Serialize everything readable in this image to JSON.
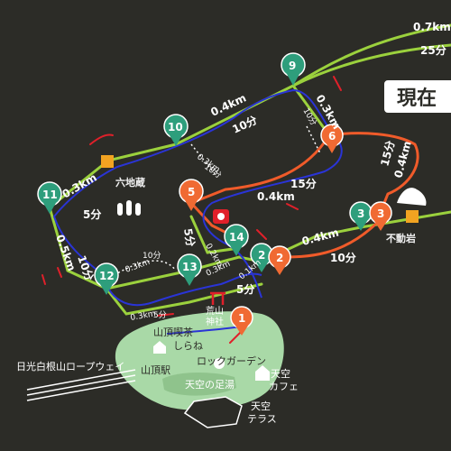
{
  "location_banner": "現在",
  "route_segments": {
    "top_right_distance": "0.7km",
    "top_right_time": "25分",
    "seg_9_10_distance": "0.4km",
    "seg_9_10_time": "10分",
    "seg_9_6_distance": "0.3km",
    "seg_9_6_time": "10分",
    "seg_10_11_distance": "0.3km",
    "seg_10_11_time": "5分",
    "seg_10_5_distance": "0.3km",
    "seg_10_5_time": "10分",
    "seg_6_3_distance": "0.4km",
    "seg_6_3_time": "15分",
    "seg_5_6_distance": "0.4km",
    "seg_5_6_time": "15分",
    "seg_5_14_distance": "0.2km",
    "seg_5_14_time": "5分",
    "seg_2_3_distance": "0.4km",
    "seg_2_3_time": "10分",
    "seg_11_12_distance": "0.5km",
    "seg_11_12_time": "10分",
    "seg_12_13_distance": "0.3km",
    "seg_12_13_time": "10分",
    "seg_13_2_distance": "0.3km",
    "seg_13_2_time": "5分",
    "seg_12_1_distance": "0.3km",
    "seg_12_1_time": "5分",
    "seg_14_2_distance": "0.1km"
  },
  "markers": {
    "m1": "1",
    "m2": "2",
    "m3g": "3",
    "m3o": "3",
    "m5": "5",
    "m6": "6",
    "m9": "9",
    "m10": "10",
    "m11": "11",
    "m12": "12",
    "m13": "13",
    "m14": "14",
    "m2o": "2"
  },
  "places": {
    "rokujizo": "六地蔵",
    "fudoiwa": "不動岩",
    "arayama_shrine_1": "荒山",
    "arayama_shrine_2": "神社",
    "summit_cafe_1": "山頂喫茶",
    "summit_cafe_2": "しらね",
    "rock_garden": "ロックガーデン",
    "sky_cafe_1": "天空",
    "sky_cafe_2": "カフェ",
    "summit_station": "山頂駅",
    "sky_footbath": "天空の足湯",
    "sky_terrace_1": "天空",
    "sky_terrace_2": "テラス",
    "ropeway": "日光白根山ロープウェイ"
  },
  "colors": {
    "background": "#2c2c27",
    "trail_green": "#9bd13d",
    "trail_orange": "#f05b2a",
    "marker_teal": "#2e9e7c",
    "marker_orange": "#f06a33",
    "drawn_blue": "#2a34d6",
    "drawn_red": "#e0202a",
    "summit_green": "#a9d9a7"
  }
}
